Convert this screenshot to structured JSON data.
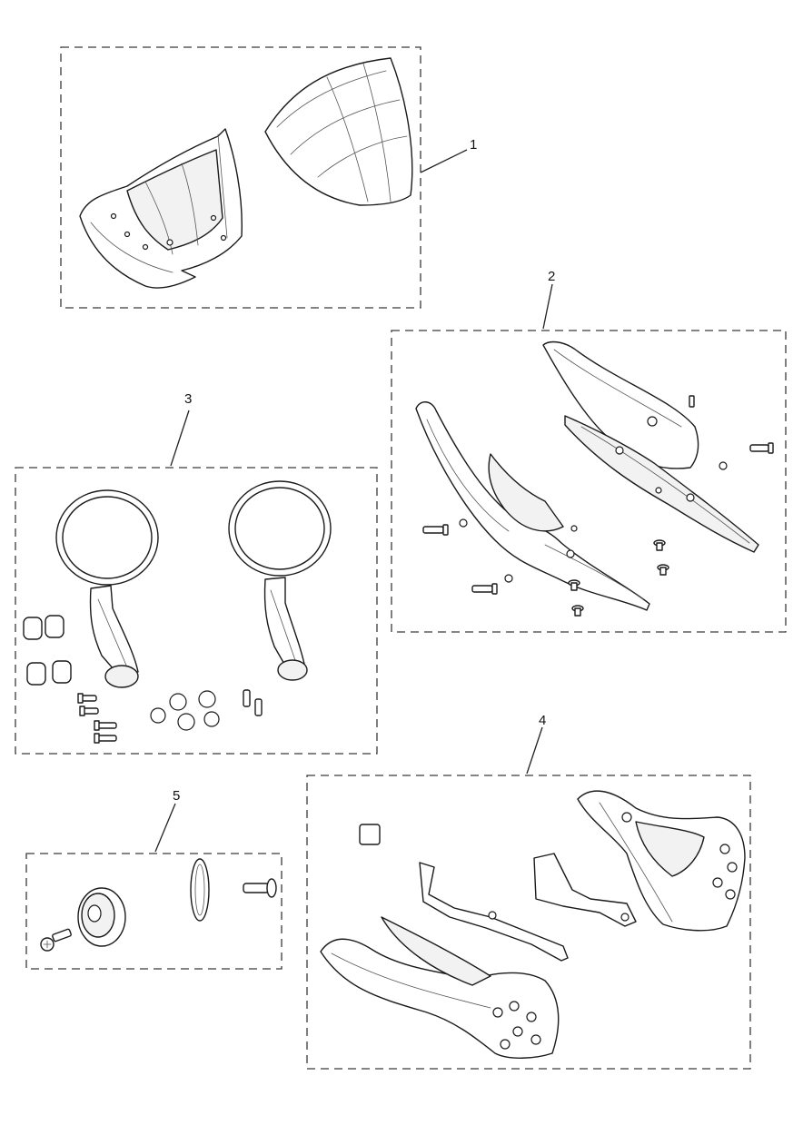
{
  "callouts": {
    "c1": "1",
    "c2": "2",
    "c3": "3",
    "c4": "4",
    "c5": "5"
  },
  "colors": {
    "line": "#1a1a1a",
    "dash_box": "#3a3a3a",
    "background": "#ffffff"
  }
}
